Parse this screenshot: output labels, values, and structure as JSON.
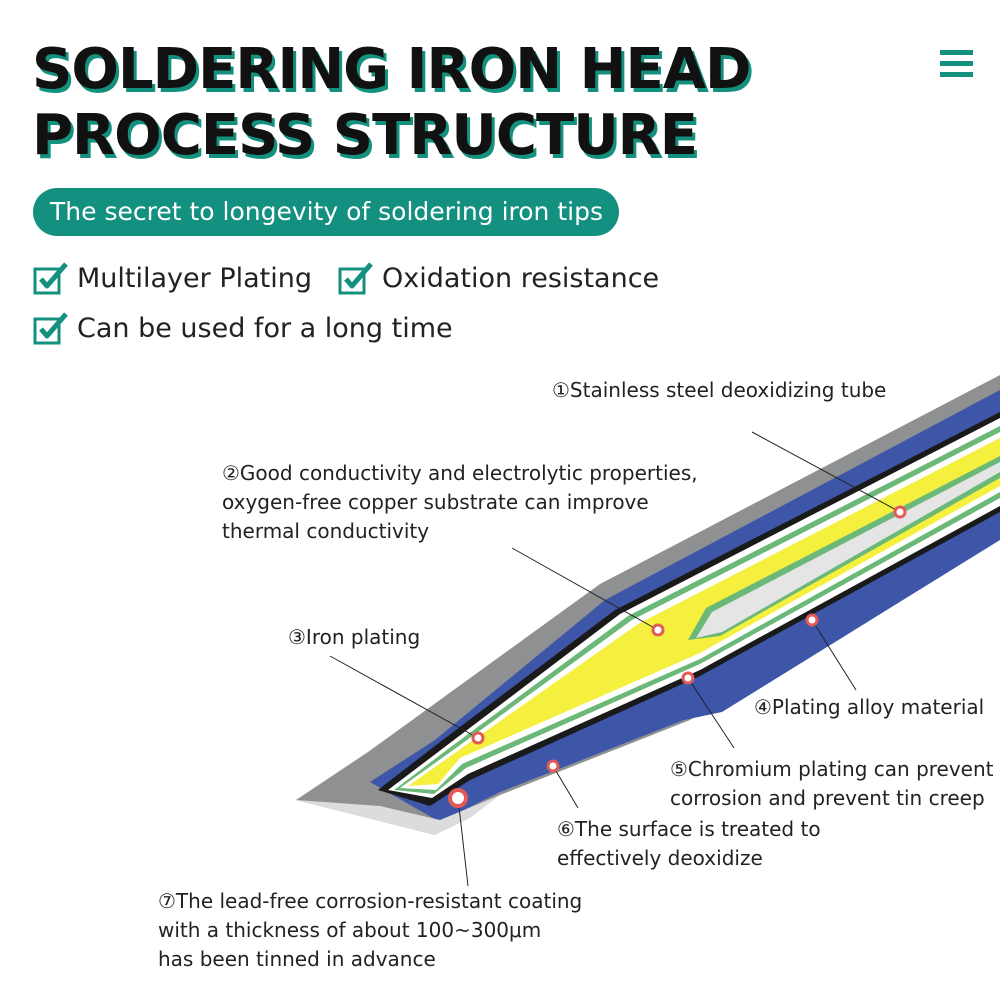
{
  "title": {
    "line1": "SOLDERING IRON HEAD",
    "line2": "PROCESS STRUCTURE"
  },
  "subtitle": "The secret to longevity of soldering iron tips",
  "features": [
    "Multilayer Plating",
    "Oxidation resistance",
    "Can be used for a long time"
  ],
  "menu_icon": "hamburger-menu-icon",
  "check_icon": "checkbox-check-icon",
  "callouts": [
    {
      "text": "①Stainless steel deoxidizing tube"
    },
    {
      "text": "②Good conductivity and electrolytic properties,\noxygen-free copper substrate can improve\nthermal conductivity"
    },
    {
      "text": "③Iron plating"
    },
    {
      "text": "④Plating alloy material"
    },
    {
      "text": "⑤Chromium plating can prevent\ncorrosion and prevent tin creep"
    },
    {
      "text": "⑥The surface is treated to\neffectively deoxidize"
    },
    {
      "text": "⑦The lead-free corrosion-resistant coating\nwith a thickness of about 100~300μm\nhas been tinned in advance"
    }
  ],
  "colors": {
    "accent": "#14907f",
    "outer_gray": "#8f9092",
    "blue_layer": "#3d56a8",
    "copper_core": "#f5ef3e",
    "alloy_green": "#6bb879",
    "steel_tube": "#e5e5e6",
    "marker": "#e35a58"
  }
}
